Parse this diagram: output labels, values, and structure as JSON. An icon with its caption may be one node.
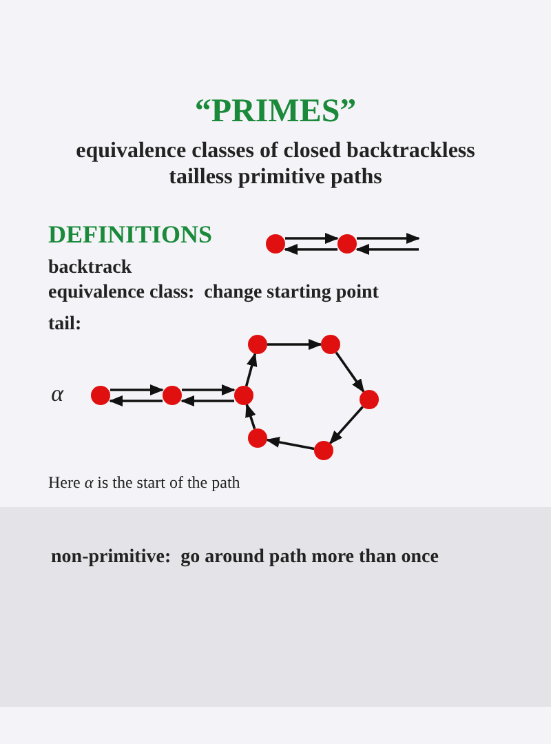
{
  "diagram": {
    "title": "“PRIMES”",
    "nodes": [
      {
        "text": [],
        "shape": "circle"
      },
      {
        "text": [],
        "shape": "circle"
      },
      {
        "text": [],
        "shape": "circle",
        "beside": [
          "α"
        ]
      },
      {
        "text": [],
        "shape": "circle"
      },
      {
        "text": [],
        "shape": "circle"
      },
      {
        "text": [],
        "shape": "circle"
      },
      {
        "text": [],
        "shape": "circle"
      },
      {
        "text": [],
        "shape": "circle"
      },
      {
        "text": [],
        "shape": "circle"
      },
      {
        "text": [],
        "shape": "circle"
      }
    ],
    "edges": [
      {
        "from": 0,
        "to": 1,
        "arrow": "to"
      },
      {
        "from": 1,
        "to": null,
        "arrow": "to"
      },
      {
        "from": null,
        "to": 1,
        "arrow": "to"
      },
      {
        "from": 1,
        "to": 0,
        "arrow": "to"
      },
      {
        "from": 2,
        "to": 3,
        "arrow": "to"
      },
      {
        "from": 3,
        "to": 4,
        "arrow": "to"
      },
      {
        "from": 4,
        "to": 3,
        "arrow": "to"
      },
      {
        "from": 3,
        "to": 2,
        "arrow": "to"
      },
      {
        "from": 4,
        "to": 5,
        "arrow": "to"
      },
      {
        "from": 5,
        "to": 6,
        "arrow": "to"
      },
      {
        "from": 6,
        "to": 7,
        "arrow": "to"
      },
      {
        "from": 7,
        "to": 8,
        "arrow": "to"
      },
      {
        "from": 8,
        "to": 9,
        "arrow": "to"
      },
      {
        "from": 9,
        "to": 4,
        "arrow": "to"
      }
    ],
    "labels": [
      "equivalence classes of closed backtrackless tailless primitive paths",
      "DEFINITIONS",
      "backtrack",
      "equivalence class:  change starting point",
      "tail:",
      "Here *α* is the start of the path",
      "non-primitive:  go around path more than once"
    ]
  }
}
